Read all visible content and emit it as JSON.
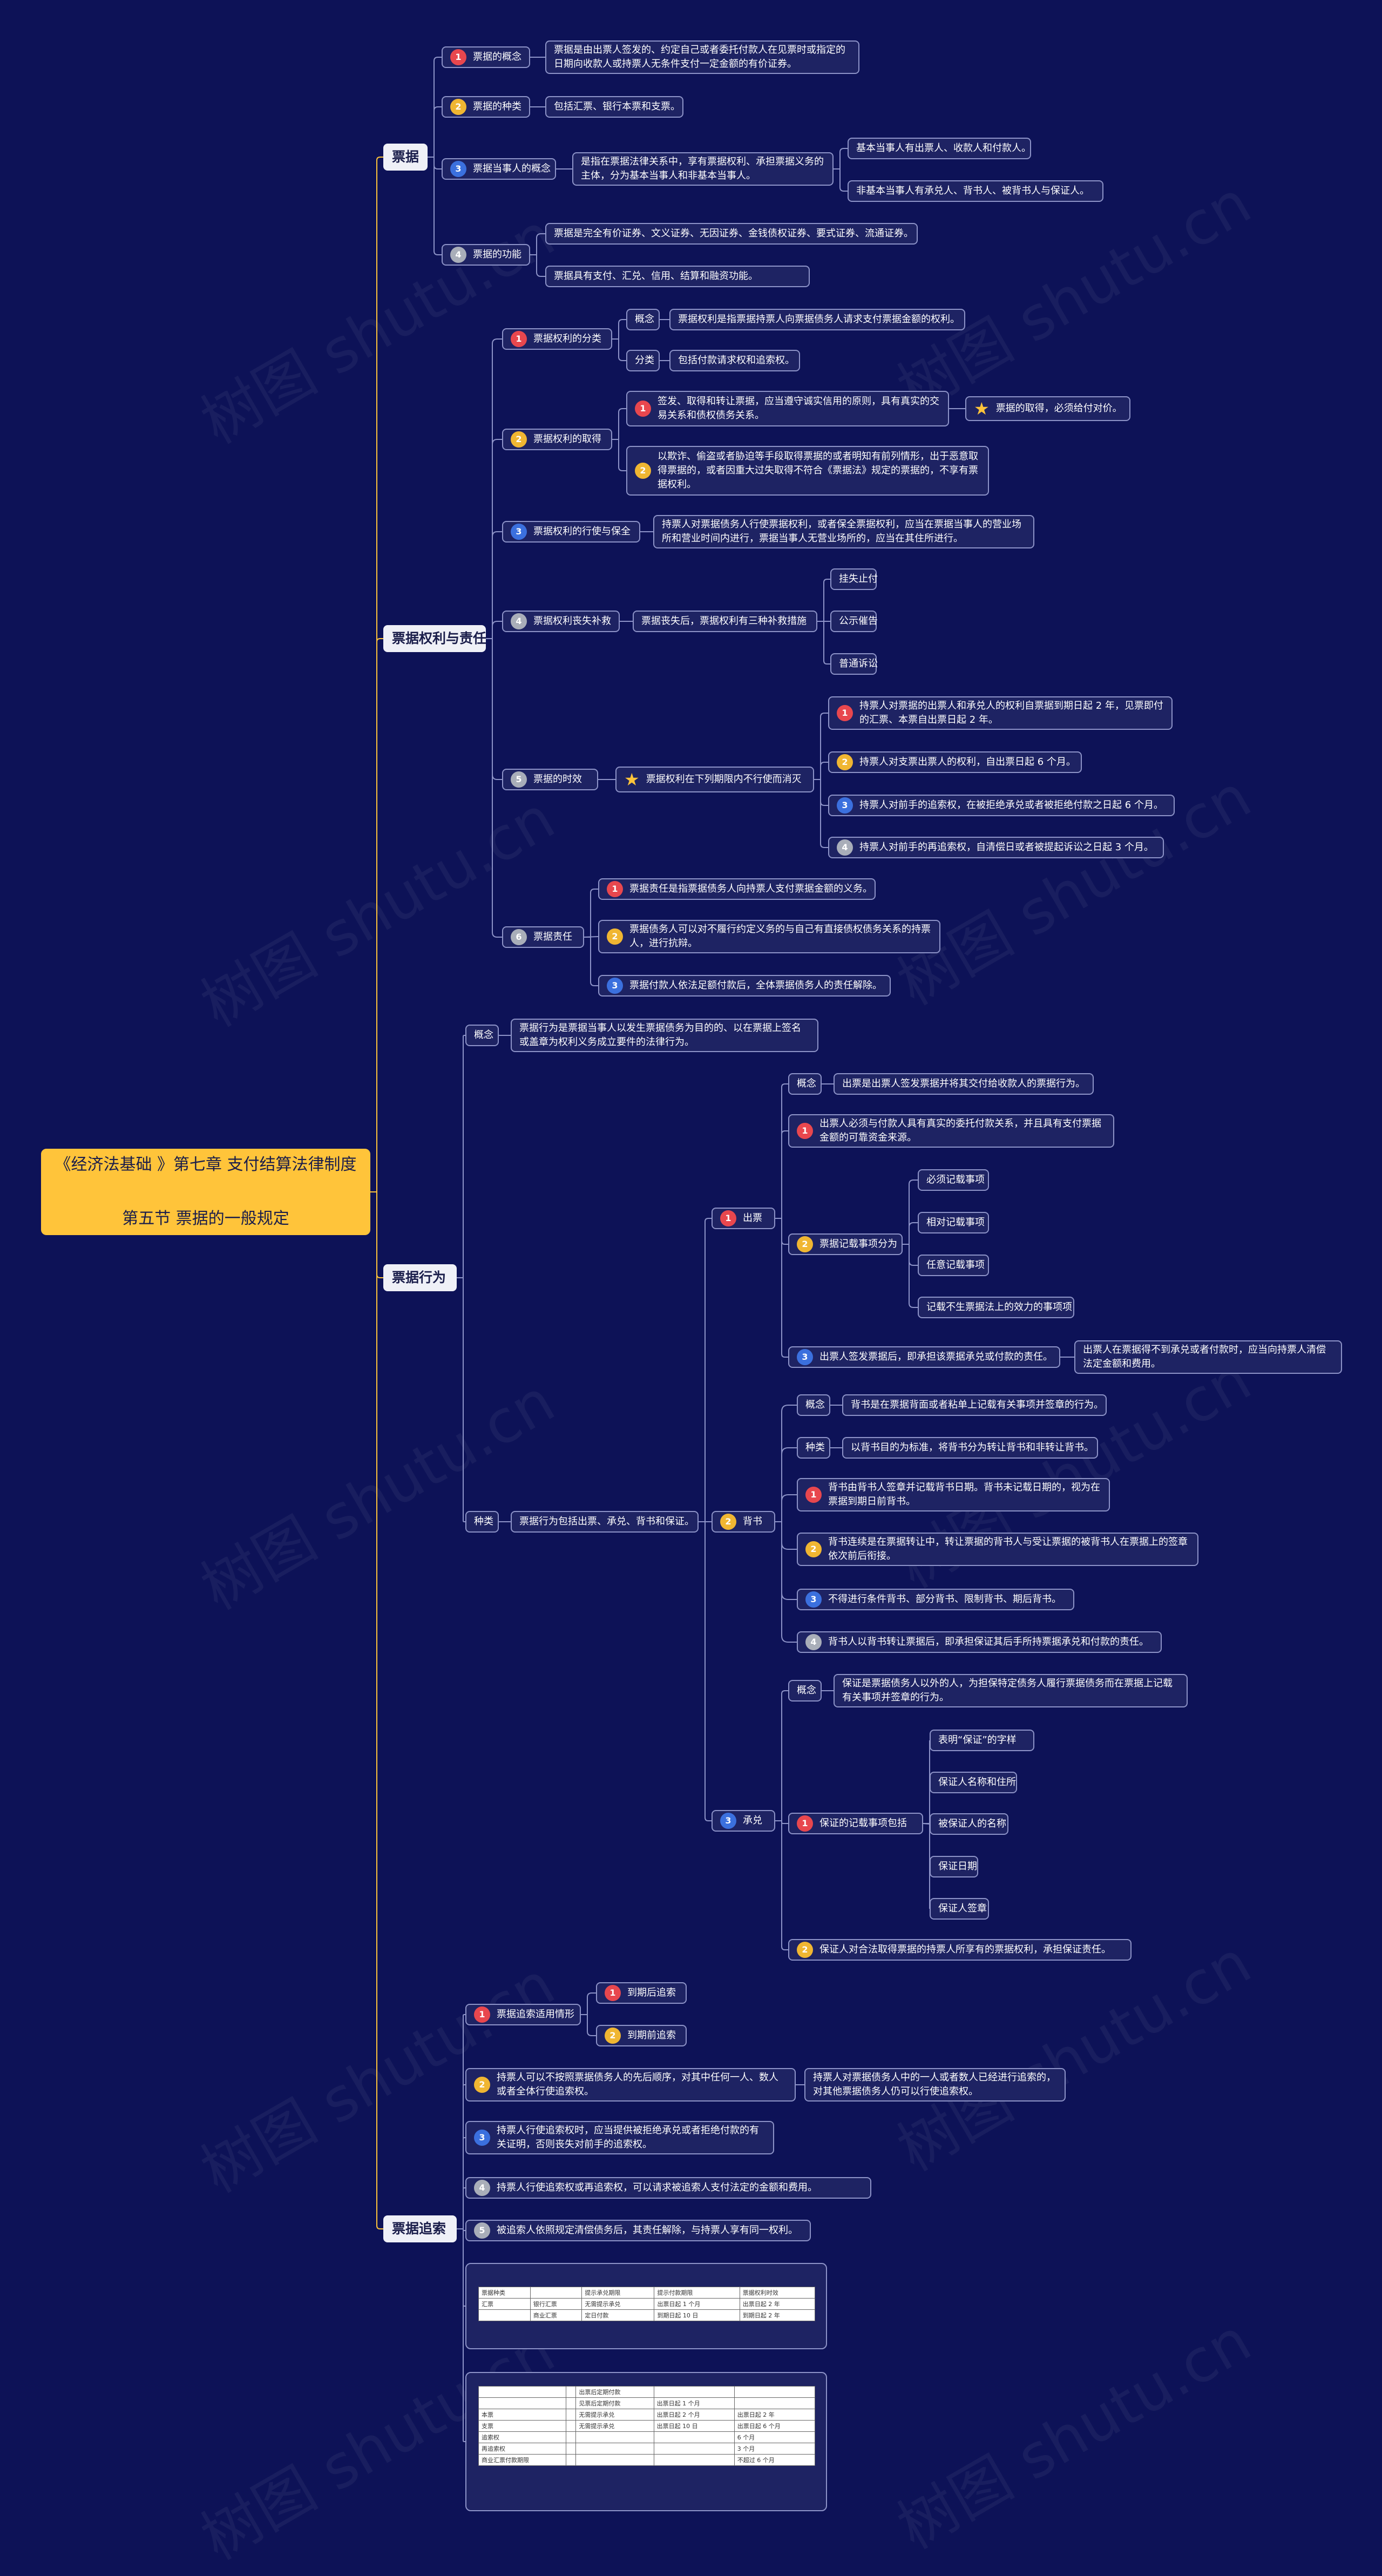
{
  "watermark": "树图 shutu.cn",
  "root": {
    "title": "《经济法基础 》第七章 支付结算法律制度\n\n第五节 票据的一般规定"
  },
  "b1": {
    "label": "票据",
    "c1": {
      "label": "票据的概念",
      "note": "票据是由出票人签发的、约定自己或者委托付款人在见票时或指定的日期向收款人或持票人无条件支付一定金额的有价证券。"
    },
    "c2": {
      "label": "票据的种类",
      "note": "包括汇票、银行本票和支票。"
    },
    "c3": {
      "label": "票据当事人的概念",
      "note": "是指在票据法律关系中，享有票据权利、承担票据义务的主体，分为基本当事人和非基本当事人。",
      "n1": "基本当事人有出票人、收款人和付款人。",
      "n2": "非基本当事人有承兑人、背书人、被背书人与保证人。"
    },
    "c4": {
      "label": "票据的功能",
      "n1": "票据是完全有价证券、文义证券、无因证券、金钱债权证券、要式证券、流通证券。",
      "n2": "票据具有支付、汇兑、信用、结算和融资功能。"
    }
  },
  "b2": {
    "label": "票据权利与责任",
    "c1": {
      "label": "票据权利的分类",
      "k1": "概念",
      "k1n": "票据权利是指票据持票人向票据债务人请求支付票据金额的权利。",
      "k2": "分类",
      "k2n": "包括付款请求权和追索权。"
    },
    "c2": {
      "label": "票据权利的取得",
      "n1": "签发、取得和转让票据，应当遵守诚实信用的原则，具有真实的交易关系和债权债务关系。",
      "n1s": "票据的取得，必须给付对价。",
      "n2": "以欺诈、偷盗或者胁迫等手段取得票据的或者明知有前列情形，出于恶意取得票据的，或者因重大过失取得不符合《票据法》规定的票据的，不享有票据权利。"
    },
    "c3": {
      "label": "票据权利的行使与保全",
      "note": "持票人对票据债务人行使票据权利，或者保全票据权利，应当在票据当事人的营业场所和营业时间内进行，票据当事人无营业场所的，应当在其住所进行。"
    },
    "c4": {
      "label": "票据权利丧失补救",
      "note": "票据丧失后，票据权利有三种补救措施",
      "n1": "挂失止付",
      "n2": "公示催告",
      "n3": "普通诉讼"
    },
    "c5": {
      "label": "票据的时效",
      "star": "票据权利在下列期限内不行使而消灭",
      "n1": "持票人对票据的出票人和承兑人的权利自票据到期日起 2 年，见票即付的汇票、本票自出票日起 2 年。",
      "n2": "持票人对支票出票人的权利，自出票日起 6 个月。",
      "n3": "持票人对前手的追索权，在被拒绝承兑或者被拒绝付款之日起 6 个月。",
      "n4": "持票人对前手的再追索权，自清偿日或者被提起诉讼之日起 3 个月。"
    },
    "c6": {
      "label": "票据责任",
      "n1": "票据责任是指票据债务人向持票人支付票据金额的义务。",
      "n2": "票据债务人可以对不履行约定义务的与自己有直接债权债务关系的持票人，进行抗辩。",
      "n3": "票据付款人依法足额付款后，全体票据债务人的责任解除。"
    }
  },
  "b3": {
    "label": "票据行为",
    "concept": {
      "label": "概念",
      "note": "票据行为是票据当事人以发生票据债务为目的的、以在票据上签名或盖章为权利义务成立要件的法律行为。"
    },
    "kinds": {
      "label": "种类",
      "note": "票据行为包括出票、承兑、背书和保证。"
    },
    "d1": {
      "label": "出票",
      "k": "概念",
      "kn": "出票是出票人签发票据并将其交付给收款人的票据行为。",
      "n1": "出票人必须与付款人具有真实的委托付款关系，并且具有支付票据金额的可靠资金来源。",
      "n2": "票据记载事项分为",
      "n2a": "必须记载事项",
      "n2b": "相对记载事项",
      "n2c": "任意记载事项",
      "n2d": "记载不生票据法上的效力的事项项",
      "n3": "出票人签发票据后，即承担该票据承兑或付款的责任。",
      "n3n": "出票人在票据得不到承兑或者付款时，应当向持票人清偿法定金额和费用。"
    },
    "d2": {
      "label": "背书",
      "k1": "概念",
      "k1n": "背书是在票据背面或者粘单上记载有关事项并签章的行为。",
      "k2": "种类",
      "k2n": "以背书目的为标准，将背书分为转让背书和非转让背书。",
      "n1": "背书由背书人签章并记载背书日期。背书未记载日期的，视为在票据到期日前背书。",
      "n2": "背书连续是在票据转让中，转让票据的背书人与受让票据的被背书人在票据上的签章依次前后衔接。",
      "n3": "不得进行条件背书、部分背书、限制背书、期后背书。",
      "n4": "背书人以背书转让票据后，即承担保证其后手所持票据承兑和付款的责任。"
    },
    "d3": {
      "label": "承兑",
      "k": "概念",
      "kn": "保证是票据债务人以外的人，为担保特定债务人履行票据债务而在票据上记载有关事项并签章的行为。",
      "n1": "保证的记载事项包括",
      "n1a": "表明“保证”的字样",
      "n1b": "保证人名称和住所",
      "n1c": "被保证人的名称",
      "n1d": "保证日期",
      "n1e": "保证人签章",
      "n2": "保证人对合法取得票据的持票人所享有的票据权利，承担保证责任。"
    }
  },
  "b4": {
    "label": "票据追索",
    "c1": {
      "label": "票据追索适用情形",
      "n1": "到期后追索",
      "n2": "到期前追索"
    },
    "c2": {
      "note": "持票人可以不按照票据债务人的先后顺序，对其中任何一人、数人或者全体行使追索权。",
      "n": "持票人对票据债务人中的一人或者数人已经进行追索的，对其他票据债务人仍可以行使追索权。"
    },
    "c3": {
      "note": "持票人行使追索权时，应当提供被拒绝承兑或者拒绝付款的有关证明，否则丧失对前手的追索权。"
    },
    "c4": {
      "note": "持票人行使追索权或再追索权，可以请求被追索人支付法定的金额和费用。"
    },
    "c5": {
      "note": "被追索人依照规定清偿债务后，其责任解除，与持票人享有同一权利。"
    },
    "table1": [
      [
        "票据种类",
        "",
        "提示承兑期限",
        "提示付款期限",
        "票据权利时效"
      ],
      [
        "汇票",
        "银行汇票",
        "无需提示承兑",
        "出票日起 1 个月",
        "出票日起 2 年"
      ],
      [
        "",
        "商业汇票",
        "定日付款",
        "到期日起 10 日",
        "到期日起 2 年"
      ]
    ],
    "table2": [
      [
        "",
        "",
        "出票后定期付款",
        "",
        ""
      ],
      [
        "",
        "",
        "见票后定期付款",
        "出票日起 1 个月",
        ""
      ],
      [
        "本票",
        "",
        "无需提示承兑",
        "出票日起 2 个月",
        "出票日起 2 年"
      ],
      [
        "支票",
        "",
        "无需提示承兑",
        "出票日起 10 日",
        "出票日起 6 个月"
      ],
      [
        "追索权",
        "",
        "",
        "",
        "6 个月"
      ],
      [
        "再追索权",
        "",
        "",
        "",
        "3 个月"
      ],
      [
        "商业汇票付款期限",
        "",
        "",
        "",
        "不超过 6 个月"
      ]
    ]
  }
}
